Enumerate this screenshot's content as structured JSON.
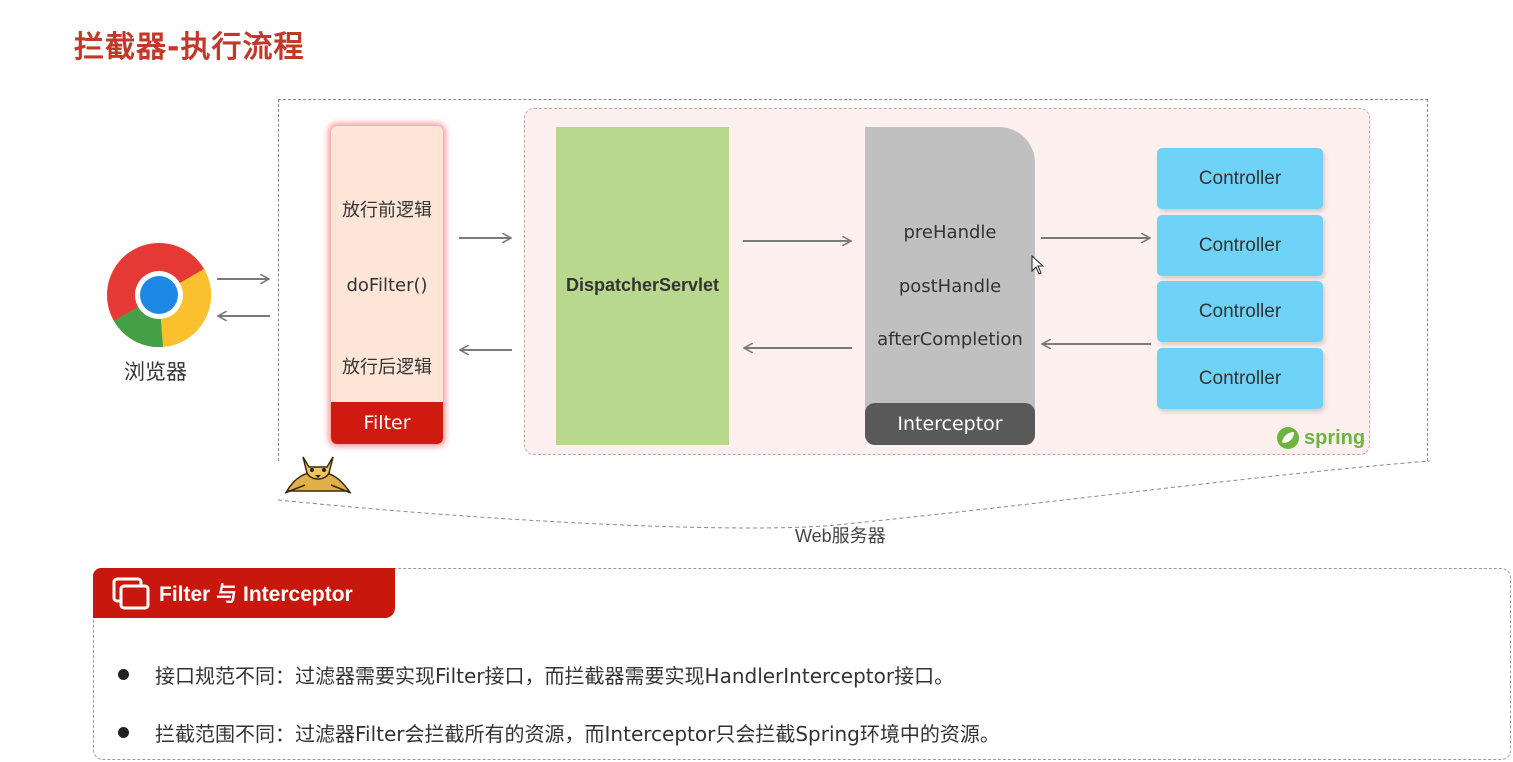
{
  "page": {
    "title": "拦截器-执行流程"
  },
  "browser": {
    "label": "浏览器",
    "icon": "chrome-icon"
  },
  "web_server": {
    "label": "Web服务器",
    "icon": "tomcat-icon"
  },
  "filter": {
    "before": "放行前逻辑",
    "do_filter": "doFilter()",
    "after": "放行后逻辑",
    "label": "Filter"
  },
  "dispatcher": {
    "label": "DispatcherServlet"
  },
  "interceptor": {
    "methods": [
      "preHandle",
      "postHandle",
      "afterCompletion"
    ],
    "label": "Interceptor"
  },
  "controllers": [
    "Controller",
    "Controller",
    "Controller",
    "Controller"
  ],
  "spring": {
    "logo_text": "spring"
  },
  "comparison": {
    "title": "Filter 与 Interceptor",
    "points": [
      "接口规范不同：过滤器需要实现Filter接口，而拦截器需要实现HandlerInterceptor接口。",
      "拦截范围不同：过滤器Filter会拦截所有的资源，而Interceptor只会拦截Spring环境中的资源。"
    ]
  },
  "colors": {
    "title": "#c0392b",
    "filter_bar": "#d0190f",
    "dispatcher": "#b8d88d",
    "interceptor": "#c0c0c0",
    "interceptor_bar": "#595959",
    "controller": "#6fd2f7",
    "spring_green": "#6db33f"
  }
}
